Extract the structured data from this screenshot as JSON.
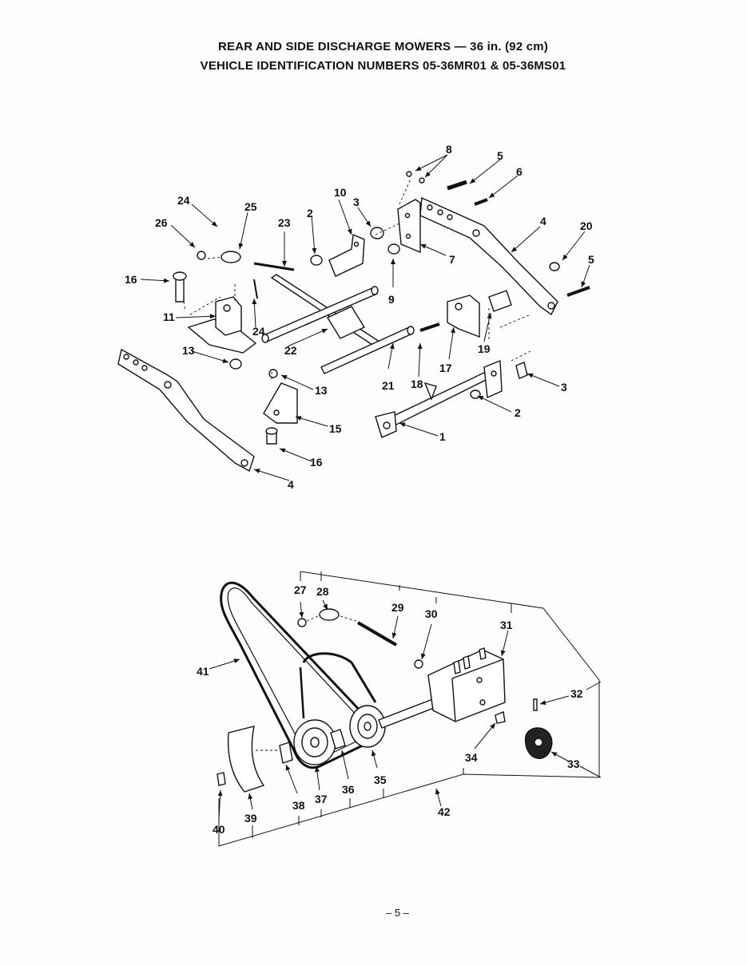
{
  "header": {
    "title_line1": "REAR AND SIDE DISCHARGE MOWERS — 36 in. (92 cm)",
    "title_line2": "VEHICLE IDENTIFICATION NUMBERS 05-36MR01 & 05-36MS01"
  },
  "callouts_upper": [
    "1",
    "2",
    "2",
    "3",
    "3",
    "4",
    "4",
    "5",
    "5",
    "6",
    "7",
    "8",
    "9",
    "10",
    "11",
    "13",
    "13",
    "15",
    "16",
    "16",
    "17",
    "18",
    "19",
    "20",
    "21",
    "22",
    "23",
    "24",
    "24",
    "25",
    "26"
  ],
  "callouts_lower": [
    "27",
    "28",
    "29",
    "30",
    "31",
    "32",
    "33",
    "34",
    "35",
    "36",
    "37",
    "38",
    "39",
    "40",
    "41",
    "42"
  ],
  "footer": {
    "page_number": "– 5 –"
  },
  "colors": {
    "ink": "#111111",
    "paper": "#fdfdfb"
  }
}
